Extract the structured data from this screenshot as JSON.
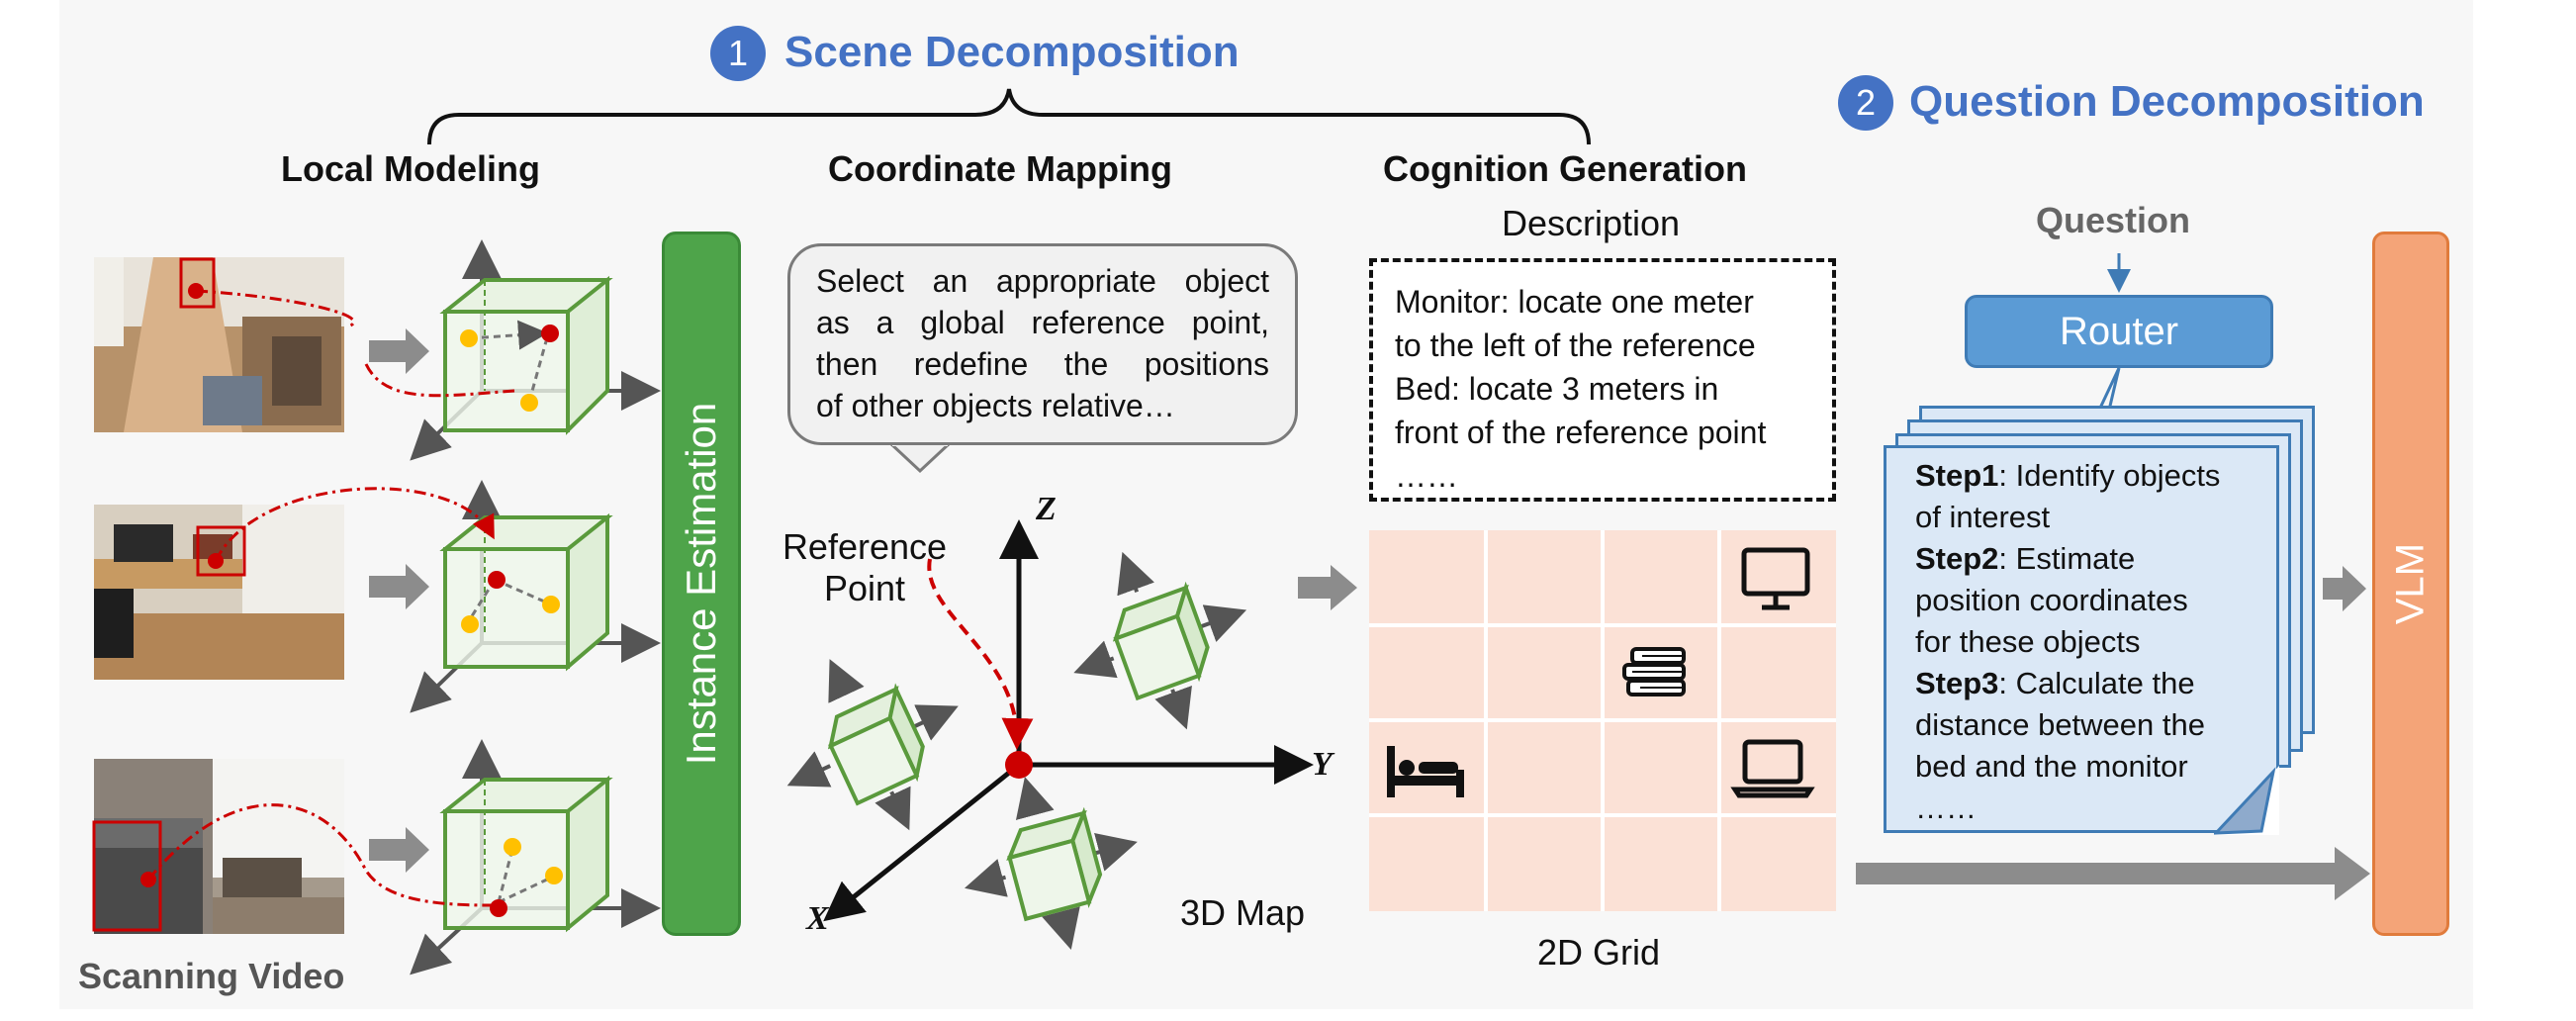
{
  "scene_decomposition": {
    "number": "1",
    "title": "Scene Decomposition"
  },
  "question_decomposition": {
    "number": "2",
    "title": "Question Decomposition"
  },
  "sections": {
    "local_modeling": "Local Modeling",
    "coordinate_mapping": "Coordinate Mapping",
    "cognition_generation": "Cognition Generation"
  },
  "scanning_video_label": "Scanning Video",
  "instance_estimation_label": "Instance Estimation",
  "bubble": {
    "line1": "Select an appropriate object",
    "line2": "as a global reference point,",
    "line3": "then redefine the positions",
    "line4": "of other objects relative…"
  },
  "reference_point_line1": "Reference",
  "reference_point_line2": "Point",
  "axes": {
    "z": "Z",
    "y": "Y",
    "x": "X"
  },
  "map_label": "3D Map",
  "description": {
    "title": "Description",
    "line1": "Monitor: locate one meter",
    "line2": "to the left of the reference",
    "line3": "Bed: locate 3 meters in",
    "line4": "front of the reference point",
    "line5": "……"
  },
  "grid_label": "2D Grid",
  "question_label": "Question",
  "router_label": "Router",
  "steps": {
    "s1_bold": "Step1",
    "s1_a": ": Identify objects",
    "s1_b": "of interest",
    "s2_bold": "Step2",
    "s2_a": ": Estimate",
    "s2_b": "position coordinates",
    "s2_c": "for these objects",
    "s3_bold": "Step3",
    "s3_a": ": Calculate the",
    "s3_b": "distance between the",
    "s3_c": "bed and the monitor",
    "ellipsis": "……"
  },
  "vlm_label": "VLM",
  "colors": {
    "blue_heading": "#4472c4",
    "green": "#4ea44a",
    "orange": "#f4a478",
    "router_blue": "#5b9bd5",
    "grid_peach": "#fbe1d6",
    "marker_red": "#cc0000",
    "marker_yellow": "#ffc000",
    "arrow_gray": "#8c8c8c"
  },
  "icons": [
    "monitor-icon",
    "books-icon",
    "bed-icon",
    "laptop-icon"
  ]
}
